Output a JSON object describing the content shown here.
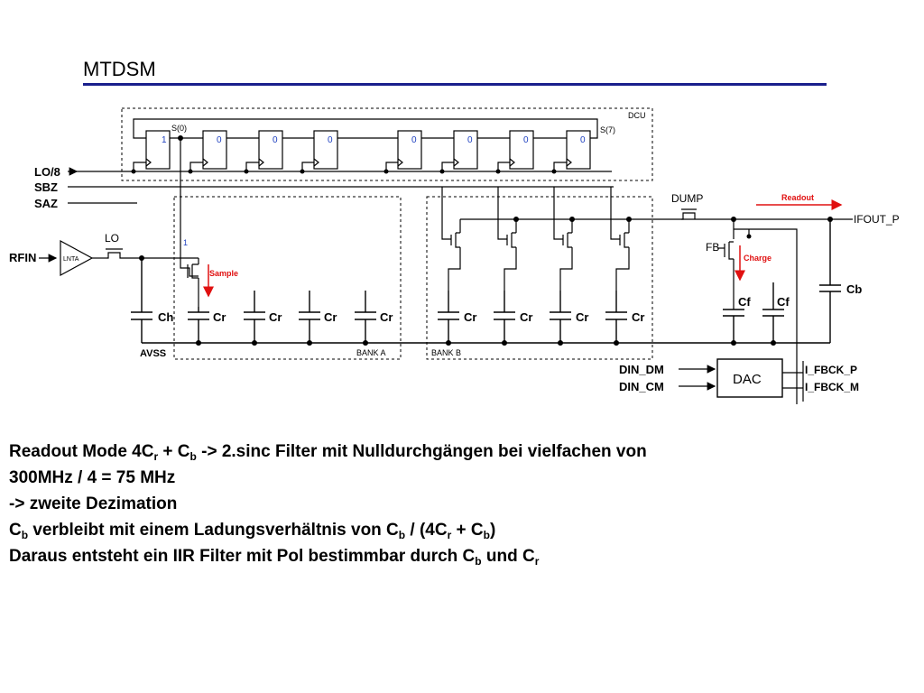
{
  "slide": {
    "title": "MTDSM"
  },
  "schematic": {
    "dcu": {
      "label": "DCU",
      "s0": "S(0)",
      "s7": "S(7)",
      "bits": [
        "1",
        "0",
        "0",
        "0",
        "0",
        "0",
        "0",
        "0"
      ]
    },
    "inputs": {
      "lo8": "LO/8",
      "sbz": "SBZ",
      "saz": "SAZ",
      "rfin": "RFIN",
      "lo": "LO",
      "lnta": "LNTA",
      "one": "1"
    },
    "labels": {
      "sample": "Sample",
      "readout": "Readout",
      "charge": "Charge",
      "dump": "DUMP",
      "fb": "FB",
      "avss": "AVSS",
      "bank_a": "BANK A",
      "bank_b": "BANK B",
      "ch": "Ch",
      "cr": "Cr",
      "cf": "Cf",
      "cb": "Cb",
      "ifout_p": "IFOUT_P",
      "dac": "DAC",
      "din_dm": "DIN_DM",
      "din_cm": "DIN_CM",
      "i_fbck_p": "I_FBCK_P",
      "i_fbck_m": "I_FBCK_M"
    },
    "colors": {
      "annotation_red": "#e01010",
      "annotation_blue": "#1c3fbf",
      "title_rule": "#1a1f8c"
    }
  },
  "text": {
    "l1": {
      "a": "Readout Mode 4C",
      "b": "r",
      "c": " + C",
      "d": "b",
      "e": " -> 2.sinc Filter mit Nulldurchgängen bei vielfachen von"
    },
    "l2": "300MHz / 4 = 75 MHz",
    "l3": "-> zweite Dezimation",
    "l4": {
      "a": "C",
      "b": "b",
      "c": " verbleibt mit einem Ladungsverhältnis von C",
      "d": "b",
      "e": " / (4C",
      "f": "r",
      "g": " + C",
      "h": "b",
      "i": ")"
    },
    "l5": {
      "a": "Daraus entsteht ein IIR Filter mit Pol bestimmbar durch C",
      "b": "b",
      "c": " und C",
      "d": "r"
    }
  }
}
